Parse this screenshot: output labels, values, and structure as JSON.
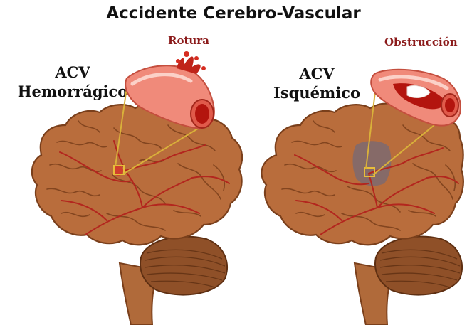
{
  "title": "Accidente Cerebro-Vascular",
  "panels": [
    {
      "label_line1": "ACV",
      "label_line2": "Hemorrágico",
      "detail_label": "Rotura"
    },
    {
      "label_line1": "ACV",
      "label_line2": "Isquémico",
      "detail_label": "Obstrucción"
    }
  ],
  "colors": {
    "brain": "#b96d3c",
    "brain_outline": "#7a3f1b",
    "cerebellum": "#8a4a22",
    "vessel": "#c0392b",
    "callout_line": "#d9b13a",
    "detail_label": "#8b1a1a",
    "ischemic_area": "#7d6a70"
  }
}
